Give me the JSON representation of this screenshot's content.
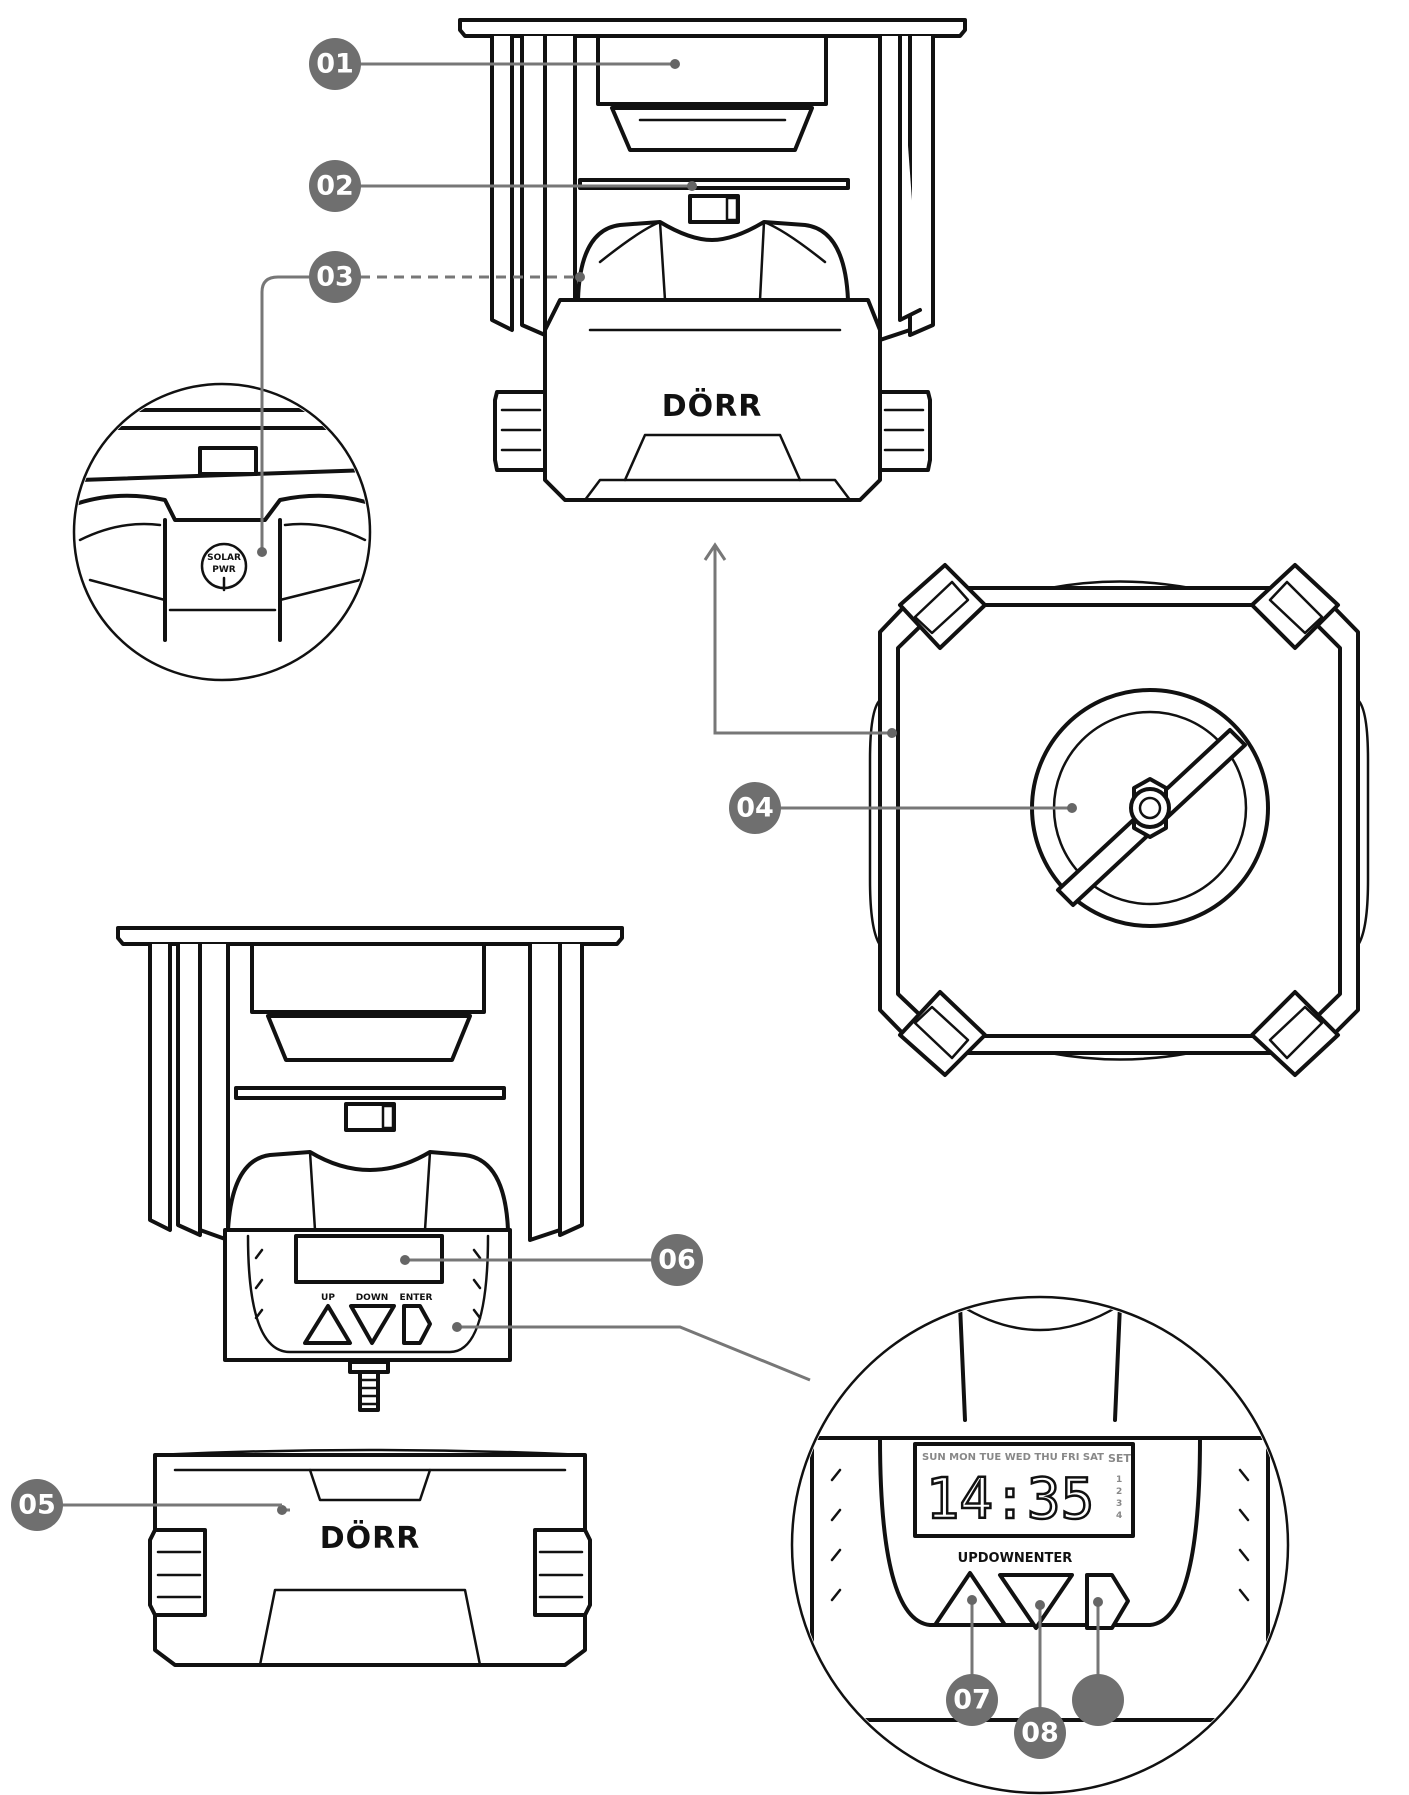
{
  "brand": {
    "logo_top": "DÖRR",
    "logo_bottom": "DÖRR"
  },
  "solar_detail": {
    "port_line1": "SOLAR",
    "port_line2": "PWR"
  },
  "control_panel": {
    "button_up": "UP",
    "button_down": "DOWN",
    "button_enter": "ENTER"
  },
  "display_detail": {
    "days": "SUN MON TUE WED THU FRI SAT",
    "set_label": "SET",
    "slots": [
      "1",
      "2",
      "3",
      "4"
    ],
    "time": "14:35",
    "buttons_label": "UPDOWNENTER"
  },
  "callouts": [
    {
      "id": "c01",
      "label": "01"
    },
    {
      "id": "c02",
      "label": "02"
    },
    {
      "id": "c03",
      "label": "03"
    },
    {
      "id": "c04",
      "label": "04"
    },
    {
      "id": "c05",
      "label": "05"
    },
    {
      "id": "c06",
      "label": "06"
    },
    {
      "id": "c07",
      "label": "07"
    },
    {
      "id": "c08",
      "label": "08"
    },
    {
      "id": "c09",
      "label": ""
    }
  ],
  "colors": {
    "line": "#111111",
    "badge": "#6f6f6f",
    "leader": "#777777"
  }
}
